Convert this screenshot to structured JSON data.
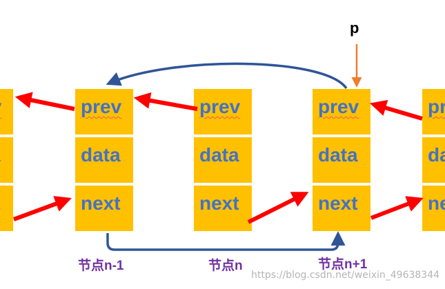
{
  "diagram": {
    "pointer_label": "p",
    "field_labels": {
      "prev": "prev",
      "data": "data",
      "next": "next"
    },
    "node_labels": [
      "节点n-1",
      "节点n",
      "节点n+1"
    ],
    "watermark": "https://blog.csdn.net/weixin_49638344",
    "colors": {
      "cell": "#ffc000",
      "field_text": "#4472c4",
      "arrow": "#ff0000",
      "connector": "#2f5597",
      "pointer_arrow": "#ed7d31",
      "node_label": "#7030a0"
    }
  }
}
